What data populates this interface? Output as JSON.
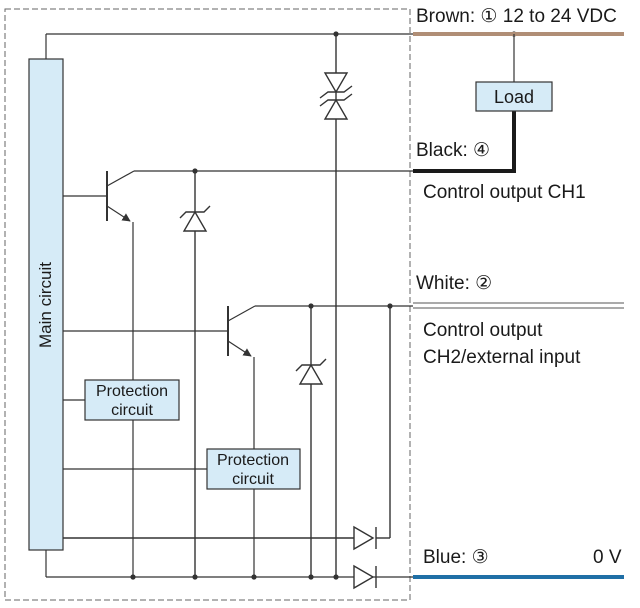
{
  "colors": {
    "brown_wire": "#b08e76",
    "black_wire": "#1a1a1a",
    "blue_wire": "#1f6fa6",
    "box_fill": "#d6ebf7",
    "line": "#333333"
  },
  "wires": {
    "brown": {
      "name": "Brown:",
      "num": "①",
      "voltage": "12 to 24 VDC"
    },
    "black": {
      "name": "Black:",
      "num": "④",
      "desc": "Control output CH1"
    },
    "white": {
      "name": "White:",
      "num": "②",
      "desc_line1": "Control output",
      "desc_line2": "CH2/external input"
    },
    "blue": {
      "name": "Blue:",
      "num": "③",
      "voltage": "0 V"
    }
  },
  "components": {
    "load": "Load",
    "main_circuit": "Main circuit",
    "protection_1_line1": "Protection",
    "protection_1_line2": "circuit",
    "protection_2_line1": "Protection",
    "protection_2_line2": "circuit"
  }
}
